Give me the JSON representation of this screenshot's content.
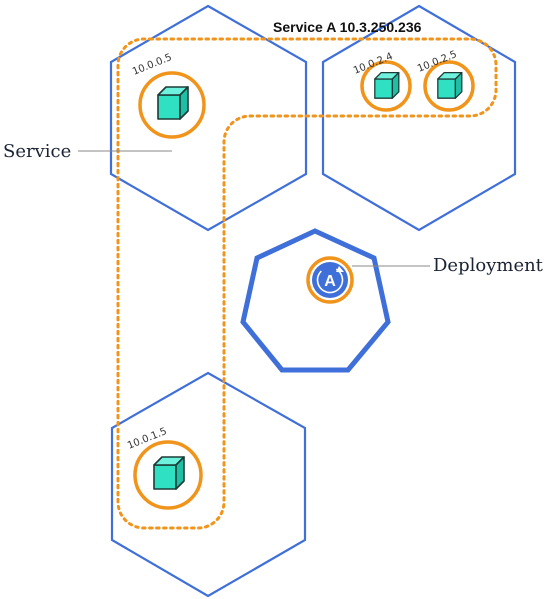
{
  "diagram": {
    "service_header": "Service A 10.3.250.236",
    "callouts": {
      "service": "Service",
      "deployment": "Deployment"
    },
    "pods": [
      {
        "ip": "10.0.0.5"
      },
      {
        "ip": "10.0.2.4"
      },
      {
        "ip": "10.0.2.5"
      },
      {
        "ip": "10.0.1.5"
      }
    ],
    "deployment_icon": {
      "icon": "deployment-icon",
      "letter": "A"
    },
    "colors": {
      "node_outline": "#3f6fd9",
      "service_path": "#f0941b",
      "pod_ring": "#f0941b",
      "pod_cube": "#2fe0c3",
      "deployment_fill": "#3f6fd9"
    }
  }
}
